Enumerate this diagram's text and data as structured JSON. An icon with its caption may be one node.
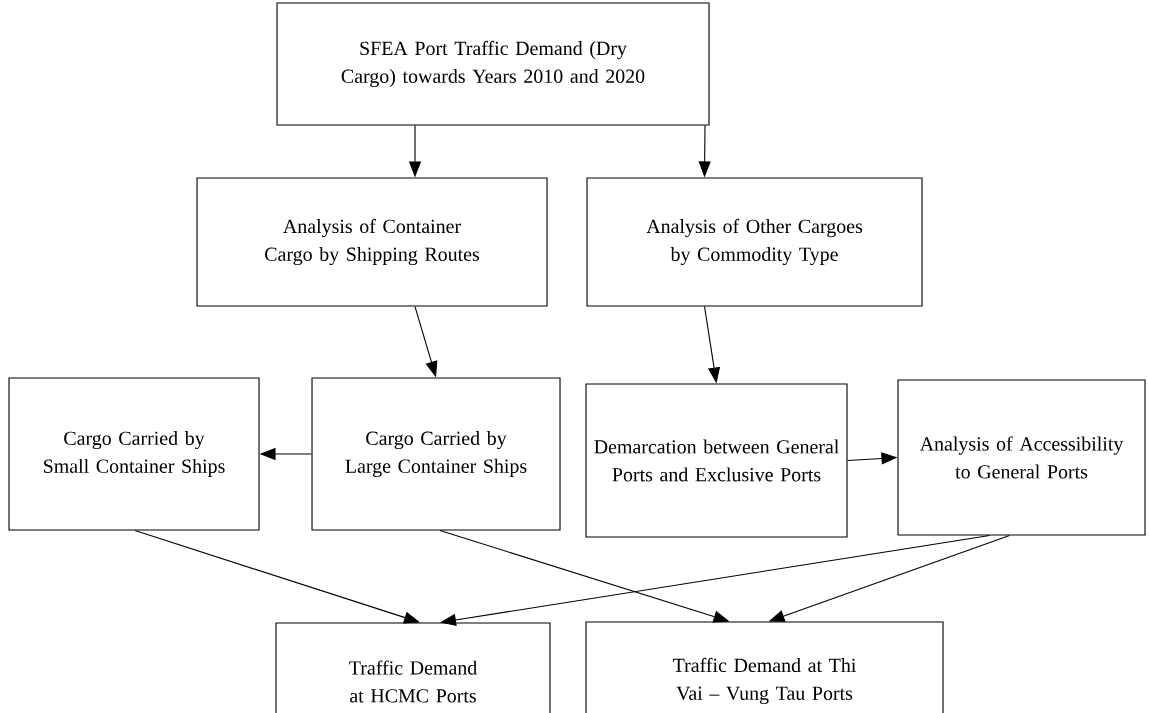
{
  "diagram": {
    "nodes": [
      {
        "text": [
          "SFEA Port Traffic Demand (Dry Cargo) towards Years 2010 and 2020"
        ]
      },
      {
        "text": [
          "Analysis of Container Cargo by Shipping Routes"
        ]
      },
      {
        "text": [
          "Analysis of Other Cargoes by Commodity Type"
        ]
      },
      {
        "text": [
          "Cargo Carried by Small Container Ships"
        ]
      },
      {
        "text": [
          "Cargo Carried by Large Container Ships"
        ]
      },
      {
        "text": [
          "Demarcation between General Ports and Exclusive Ports"
        ]
      },
      {
        "text": [
          "Analysis of Accessibility to General Ports"
        ]
      },
      {
        "text": [
          "Traffic Demand at HCMC Ports"
        ]
      },
      {
        "text": [
          "Traffic Demand at Thi Vai – Vung Tau Ports"
        ]
      }
    ],
    "edges": [
      {
        "from": 0,
        "to": 1,
        "arrow": "to"
      },
      {
        "from": 0,
        "to": 2,
        "arrow": "to"
      },
      {
        "from": 1,
        "to": 4,
        "arrow": "to"
      },
      {
        "from": 2,
        "to": 5,
        "arrow": "to"
      },
      {
        "from": 4,
        "to": 3,
        "arrow": "to"
      },
      {
        "from": 5,
        "to": 6,
        "arrow": "to"
      },
      {
        "from": 3,
        "to": 7,
        "arrow": "to"
      },
      {
        "from": 4,
        "to": 8,
        "arrow": "to"
      },
      {
        "from": 6,
        "to": 7,
        "arrow": "to"
      },
      {
        "from": 6,
        "to": 8,
        "arrow": "to"
      }
    ]
  }
}
